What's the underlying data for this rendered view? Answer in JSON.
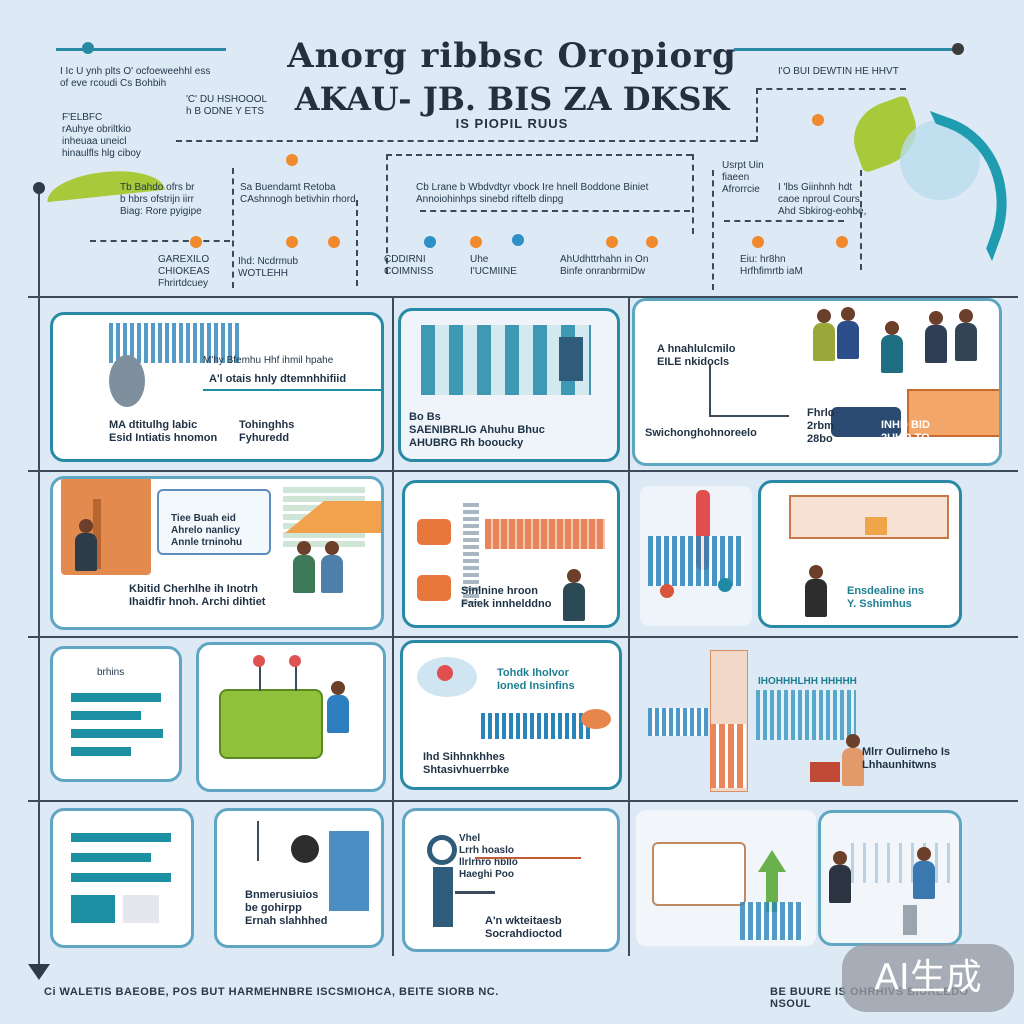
{
  "header": {
    "title_line1": "Anorg ribbsc Oropiorg",
    "title_line2": "AKAU- JB. BIS ZA DKSK",
    "subtitle": "IS PIOPIL RUUS"
  },
  "top_notes": {
    "left_note": "I Ic U ynh plts O' ocfoeweehhl ess\nof eve rcoudi Cs Bohbih",
    "left_note2": "'C' DU HSHOOOL\nh B ODNE Y ETS",
    "left_stack": "F'ELBFC\nrAuhye obriltkio\ninheuaa uneicl\nhinaulfls hlg ciboy",
    "right_note": "I'O BUI DEWTIN HE HHVT"
  },
  "timeline": {
    "nodes": [
      {
        "text": "Tb Bahdo ofrs br\nb hbrs ofstrijn iirr\nBiag: Rore pyigipe"
      },
      {
        "text": "Sa Buendamt Retoba\nCAshnnogh betivhin rhord"
      },
      {
        "text": "Cb Lrane b Wbdvdtyr vbock Ire hnell Boddone Biniet\nAnnoiohinhps sinebd riftelb dinpg"
      },
      {
        "text": "Usrpt Uin\nfiaeen\nAfrorrcie"
      },
      {
        "text": "I 'lbs Giinhnh hdt\ncaoe nproul Cours,\nAhd Sbkirog-eohbe,"
      },
      {
        "text": "GAREXILO\nCHIOKEAS\nFhrirtdcuey"
      },
      {
        "text": "Ihd: Ncdrmub\nWOTLEHH"
      },
      {
        "text": "CDDIRNI\nCOIMNISS"
      },
      {
        "text": "Uhe\nI'UCMIINE"
      },
      {
        "text": "AhUdhttrhahn in On\nBinfe onranbrmiDw"
      },
      {
        "text": "Eiu: hr8hn\nHrfhfimrtb iaM"
      }
    ]
  },
  "panels": {
    "p1": {
      "a": "M'hy Bfemhu Hhf ihmil hpahe",
      "b": "A'l otais hnly dtemnhhifiid",
      "c": "MA dtitulhg labic\nEsid Intiatis hnomon",
      "d": "Tohinghhs\nFyhuredd"
    },
    "p2": {
      "a": "Bo Bs\nSAENIBRLIG Ahuhu Bhuc\nAHUBRG  Rh booucky"
    },
    "p3": {
      "a": "A hnahlulcmilo\nEILE nkidocls",
      "b": "Swichonghohnoreelo"
    },
    "p4": {
      "a": "Fhrlo\n2rbm\n28bo",
      "b": "INHD BID\n2UHO TO"
    },
    "p5": {
      "a": "Tiee Buah eid\nAhrelo nanlicy\nAnnle trninohu",
      "b": "Kbitid Cherhlhe ih Inotrh\nIhaidfir hnoh. Archi dihtiet"
    },
    "p6": {
      "a": "Sinlnine hroon\nFaiek innhelddno"
    },
    "p7": {
      "a": "Ensdealine ins\nY. Sshimhus"
    },
    "p8": {
      "a": "brhins"
    },
    "p9": {
      "a": "Tohdk Iholvor\nIoned Insinfins",
      "b": "Ihd Sihhnkhhes\nShtasivhuerrbke"
    },
    "p10": {
      "a": "Mlrr Oulirneho Is\nLhhaunhitwns"
    },
    "p11": {
      "a": "Bnmerusiuios\nbe gohirpp\nErnah slahhhed"
    },
    "p12": {
      "a": "Vhel\nLrrh hoaslo\nllrlrhro hbllo\nHaeghi Poo",
      "b": "A'n wkteitaesb\nSocrahdioctod"
    }
  },
  "footer": {
    "left": "Ci WALETIS BAEOBE, POS BUT HARMEHNBRE ISCSMIOHCA, BEITE SIORB NC.",
    "right": "BE BUURE IS OHRHIVS BIURLEDO NSOUL"
  },
  "watermark": {
    "text": "AI生成"
  },
  "colors": {
    "accent": "#2a8aa6",
    "orange": "#f08a2c",
    "background": "#dde9f4",
    "lime": "#a8c93a"
  }
}
